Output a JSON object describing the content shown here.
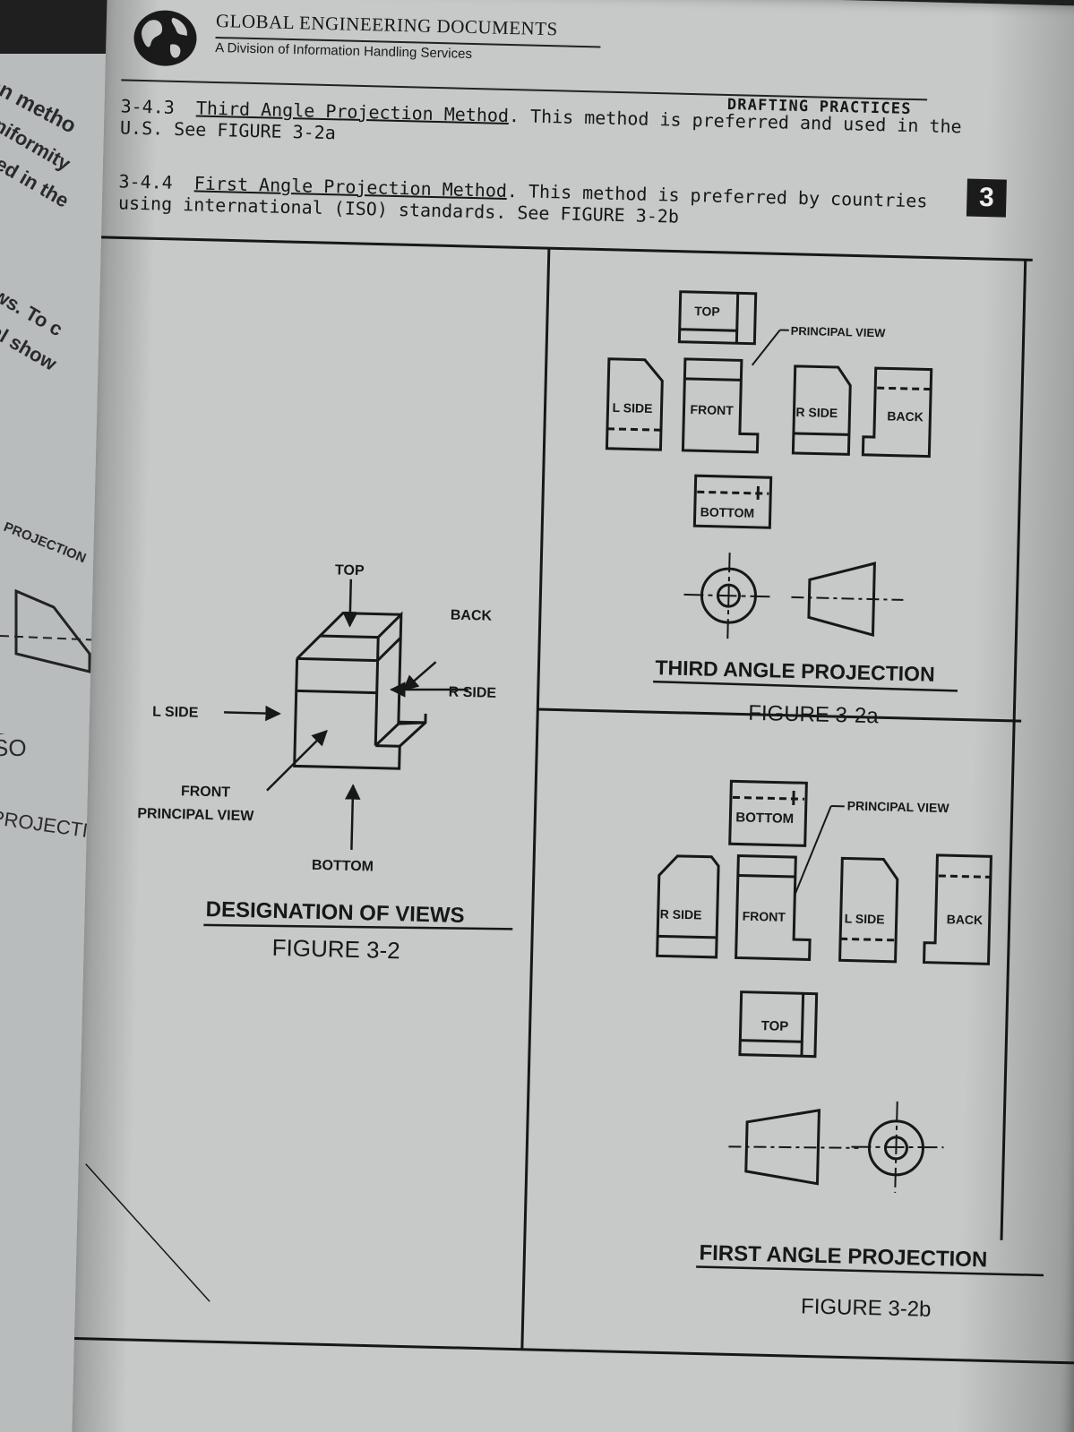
{
  "header": {
    "company_name": "GLOBAL ENGINEERING DOCUMENTS",
    "division": "A Division of Information Handling Services",
    "section_heading": "DRAFTING PRACTICES",
    "chapter_tab": "3"
  },
  "paragraphs": {
    "third_angle": {
      "number": "3-4.3",
      "title": "Third Angle Projection Method",
      "text_line1": ".  This method is preferred and used in the",
      "text_line2": "U.S. See FIGURE 3-2a"
    },
    "first_angle": {
      "number": "3-4.4",
      "title": "First Angle Projection Method",
      "text_line1": ".  This method is preferred by countries",
      "text_line2": "using international (ISO) standards. See FIGURE 3-2b"
    }
  },
  "figure_designation": {
    "labels": {
      "top": "TOP",
      "back": "BACK",
      "r_side": "R SIDE",
      "l_side": "L SIDE",
      "front": "FRONT",
      "principal_view": "PRINCIPAL VIEW",
      "bottom": "BOTTOM"
    },
    "title": "DESIGNATION  OF  VIEWS",
    "figure": "FIGURE 3-2"
  },
  "figure_third_angle": {
    "labels": {
      "top": "TOP",
      "principal_view": "PRINCIPAL VIEW",
      "l_side": "L SIDE",
      "front": "FRONT",
      "r_side": "R SIDE",
      "back": "BACK",
      "bottom": "BOTTOM"
    },
    "title": "THIRD ANGLE PROJECTION",
    "figure": "FIGURE 3-2a"
  },
  "figure_first_angle": {
    "labels": {
      "bottom": "BOTTOM",
      "principal_view": "PRINCIPAL VIEW",
      "r_side": "R SIDE",
      "front": "FRONT",
      "l_side": "L SIDE",
      "back": "BACK",
      "top": "TOP"
    },
    "title": "FIRST ANGLE PROJECTION",
    "figure": "FIGURE 3-2b"
  },
  "left_page_fragments": {
    "line1": "on  metho",
    "line2": "uniformity",
    "line3": "ated in the",
    "line4": "ews.  To c",
    "line5": "ual show",
    "line6": "PROJECTION",
    "line7": "SO",
    "line8": "PROJECTI"
  }
}
